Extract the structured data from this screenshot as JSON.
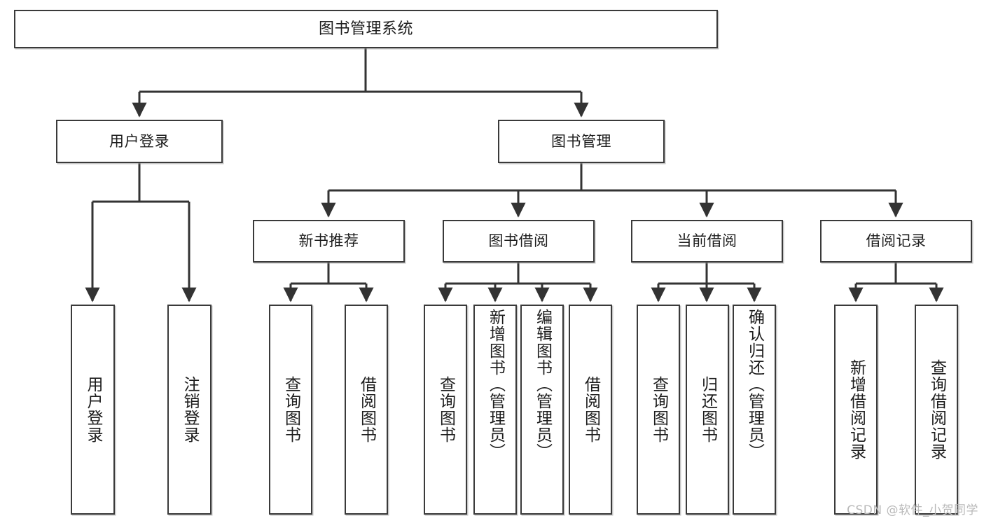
{
  "diagram": {
    "title": "图书管理系统",
    "type": "tree-hierarchy",
    "orientation": "top-down",
    "colors": {
      "box_border": "#3a3a3a",
      "box_fill": "#ffffff",
      "edge": "#333333",
      "text": "#1d1d1d",
      "watermark": "#b9b9b9",
      "background": "#ffffff"
    }
  },
  "nodes": {
    "root": {
      "label": "图书管理系统"
    },
    "level2": [
      {
        "label": "用户登录"
      },
      {
        "label": "图书管理"
      }
    ],
    "level3": [
      {
        "label": "新书推荐"
      },
      {
        "label": "图书借阅"
      },
      {
        "label": "当前借阅"
      },
      {
        "label": "借阅记录"
      }
    ],
    "leaves": {
      "user_login": [
        {
          "label": "用户登录"
        },
        {
          "label": "注销登录"
        }
      ],
      "new_book_recommend": [
        {
          "label": "查询图书"
        },
        {
          "label": "借阅图书"
        }
      ],
      "book_borrow": [
        {
          "label": "查询图书"
        },
        {
          "label": "新增图书（管理员）"
        },
        {
          "label": "编辑图书（管理员）"
        },
        {
          "label": "借阅图书"
        }
      ],
      "current_borrow": [
        {
          "label": "查询图书"
        },
        {
          "label": "归还图书"
        },
        {
          "label": "确认归还（管理员）"
        }
      ],
      "borrow_records": [
        {
          "label": "新增借阅记录"
        },
        {
          "label": "查询借阅记录"
        }
      ]
    }
  },
  "watermark": {
    "text": "CSDN @软件_小贺同学"
  }
}
